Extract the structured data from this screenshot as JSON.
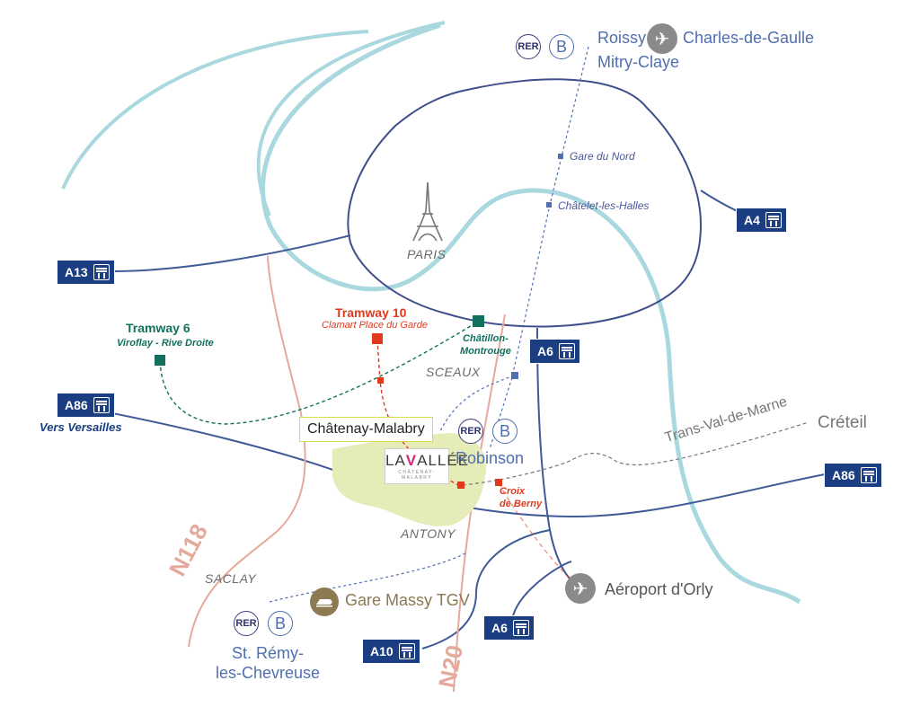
{
  "colors": {
    "seine": "#a9d8df",
    "periph": "#3f4f8c",
    "roads": "#3f5a96",
    "national_roads": "#e4a99b",
    "tram6": "#12705e",
    "tram10": "#e03a1e",
    "rer_b": "#4f6fb0",
    "highway_badge": "#1b3d82",
    "district": "#e6ecb8"
  },
  "places": {
    "paris": "PARIS",
    "sceaux": "SCEAUX",
    "antony": "ANTONY",
    "saclay": "SACLAY",
    "vers_versailles": "Vers Versailles",
    "creteil": "Créteil",
    "trans_val_de_marne": "Trans-Val-de-Marne",
    "chatenay": "Châtenay-Malabry"
  },
  "stations": {
    "gare_du_nord": "Gare du Nord",
    "chatelet": "Châtelet-les-Halles",
    "chatillon": "Châtillon-\nMontrouge",
    "croix_de_berny": "Croix\nde Berny",
    "robinson": "Robinson",
    "gare_massy": "Gare Massy TGV",
    "aeroport_orly": "Aéroport d'Orly",
    "st_remy": "St. Rémy-\nles-Chevreuse",
    "roissy": "Roissy",
    "cdg": "Charles-de-Gaulle",
    "mitry": "Mitry-Claye"
  },
  "trams": {
    "t6_name": "Tramway 6",
    "t6_sub": "Viroflay - Rive Droite",
    "t10_name": "Tramway 10",
    "t10_sub": "Clamart Place du Garde"
  },
  "rer": {
    "label": "RER",
    "line": "B"
  },
  "highways": {
    "a13": "A13",
    "a86_w": "A86",
    "a86_e": "A86",
    "a6_n": "A6",
    "a6_s": "A6",
    "a4": "A4",
    "a10": "A10"
  },
  "roads": {
    "n118": "N118",
    "n20": "N20"
  },
  "logo": {
    "line1_a": "LA",
    "line1_v": "V",
    "line1_b": "ALLÉE",
    "line2": "CHÂTENAY-MALABRY"
  },
  "icons": {
    "airport": "airplane-icon",
    "train": "tgv-train-icon",
    "tower": "eiffel-tower-icon",
    "highway": "highway-icon"
  }
}
